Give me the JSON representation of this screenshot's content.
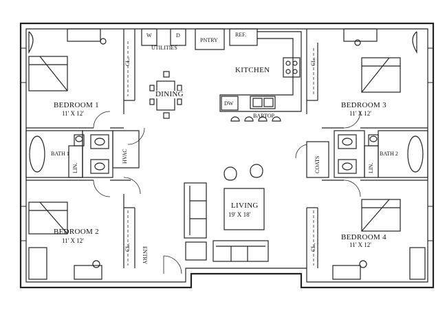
{
  "rooms": {
    "bedroom1": {
      "name": "BEDROOM 1",
      "size": "11' X 12'"
    },
    "bedroom2": {
      "name": "BEDROOM 2",
      "size": "11' X 12'"
    },
    "bedroom3": {
      "name": "BEDROOM 3",
      "size": "11' X 12'"
    },
    "bedroom4": {
      "name": "BEDROOM 4",
      "size": "11' X 12'"
    },
    "living": {
      "name": "LIVING",
      "size": "19' X 18'"
    },
    "kitchen": "KITCHEN",
    "dining": "DINING",
    "utilities": "UTILITIES",
    "pantry": "PNTRY",
    "fridge": "REF.",
    "dishwasher": "DW",
    "bartop": "BARTOP",
    "hvac": "HVAC",
    "coats": "COATS",
    "entry": "ENTRY",
    "bath1": "BATH 1",
    "bath2": "BATH 2",
    "linen1": "LIN.",
    "linen2": "LIN.",
    "washer": "W",
    "dryer": "D",
    "closet": "CL."
  }
}
